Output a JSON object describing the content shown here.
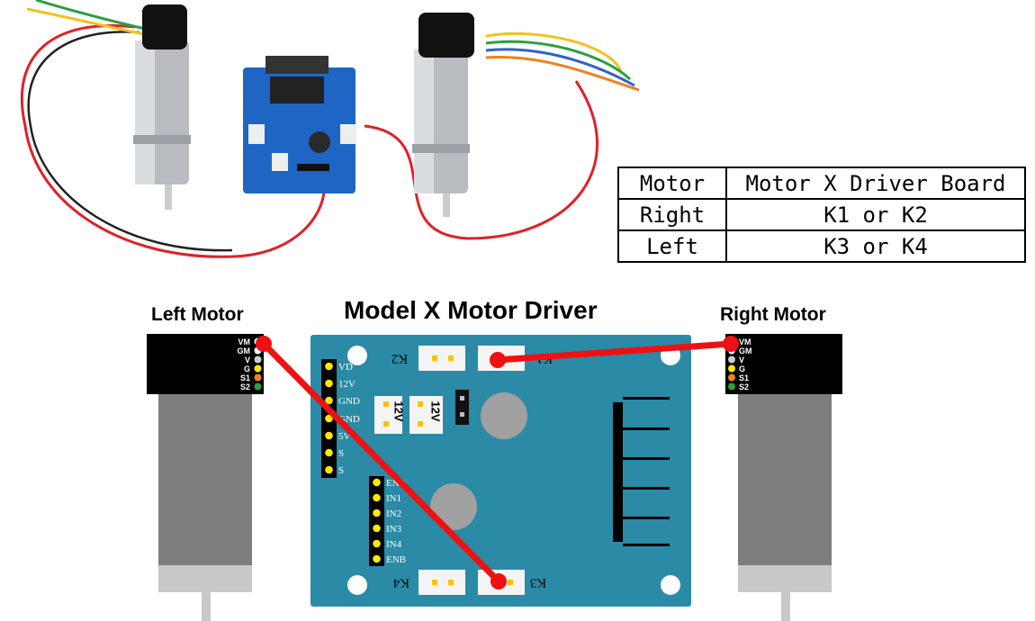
{
  "titles": {
    "left_motor": "Left Motor",
    "board": "Model X  Motor Driver",
    "right_motor": "Right Motor"
  },
  "table": {
    "headers": [
      "Motor",
      "Motor X Driver Board"
    ],
    "rows": [
      [
        "Right",
        "K1 or K2"
      ],
      [
        "Left",
        "K3 or K4"
      ]
    ]
  },
  "motor_pins": [
    "VM",
    "GM",
    "V",
    "G",
    "S1",
    "S2"
  ],
  "board": {
    "connectors": [
      "K1",
      "K2",
      "K3",
      "K4"
    ],
    "jumpers": [
      "12V",
      "12V"
    ],
    "power_pins": [
      "VD",
      "12V",
      "GND",
      "GND",
      "5V",
      "S",
      "S"
    ],
    "input_pins": [
      "ENA",
      "IN1",
      "IN2",
      "IN3",
      "IN4",
      "ENB"
    ]
  },
  "colors": {
    "board": "#2b8aa6",
    "board_dark": "#1f6f87",
    "wire": "#ee1111",
    "motor_cap": "#000000",
    "motor_body": "#7d7d7d",
    "motor_band": "#c8c8c8",
    "pin_yellow": "#ffe800"
  }
}
